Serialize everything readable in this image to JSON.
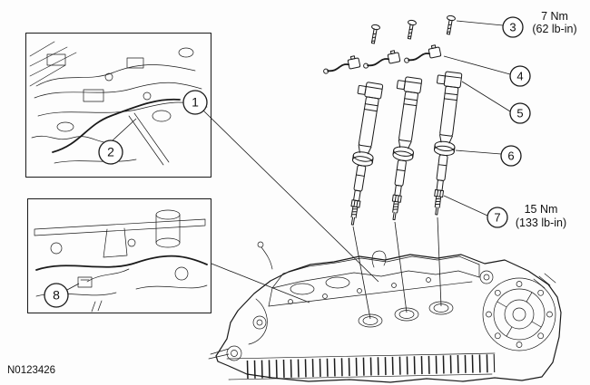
{
  "figure": {
    "part_number": "N0123426",
    "callouts": [
      {
        "number": "1"
      },
      {
        "number": "2"
      },
      {
        "number": "3"
      },
      {
        "number": "4"
      },
      {
        "number": "5"
      },
      {
        "number": "6"
      },
      {
        "number": "7"
      },
      {
        "number": "8"
      }
    ],
    "torque_labels": [
      {
        "value": "7 Nm",
        "alt": "(62 lb-in)"
      },
      {
        "value": "15 Nm",
        "alt": "(133 lb-in)"
      }
    ],
    "colors": {
      "line": "#1a1a1a",
      "background": "#fdfdfd"
    }
  }
}
